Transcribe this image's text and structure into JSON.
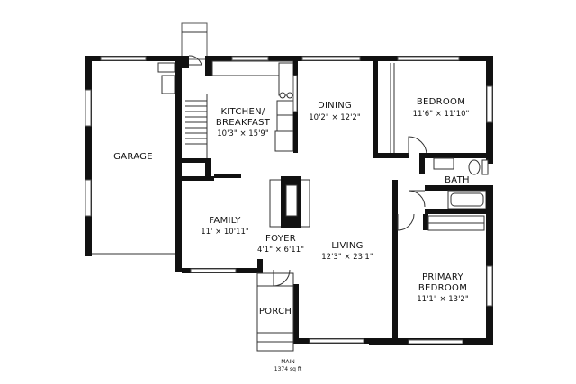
{
  "rooms": {
    "garage": {
      "name": "GARAGE"
    },
    "kitchen": {
      "name_line1": "KITCHEN/",
      "name_line2": "BREAKFAST",
      "dims": "10'3\" × 15'9\""
    },
    "dining": {
      "name": "DINING",
      "dims": "10'2\" × 12'2\""
    },
    "bedroom": {
      "name": "BEDROOM",
      "dims": "11'6\" × 11'10\""
    },
    "bath": {
      "name": "BATH"
    },
    "family": {
      "name": "FAMILY",
      "dims": "11' × 10'11\""
    },
    "foyer": {
      "name": "FOYER",
      "dims": "4'1\" × 6'11\""
    },
    "living": {
      "name": "LIVING",
      "dims": "12'3\" × 23'1\""
    },
    "primary_bedroom": {
      "name_line1": "PRIMARY",
      "name_line2": "BEDROOM",
      "dims": "11'1\" × 13'2\""
    },
    "porch": {
      "name": "PORCH"
    }
  },
  "footer": {
    "level": "MAIN",
    "area": "1374 sq ft"
  }
}
